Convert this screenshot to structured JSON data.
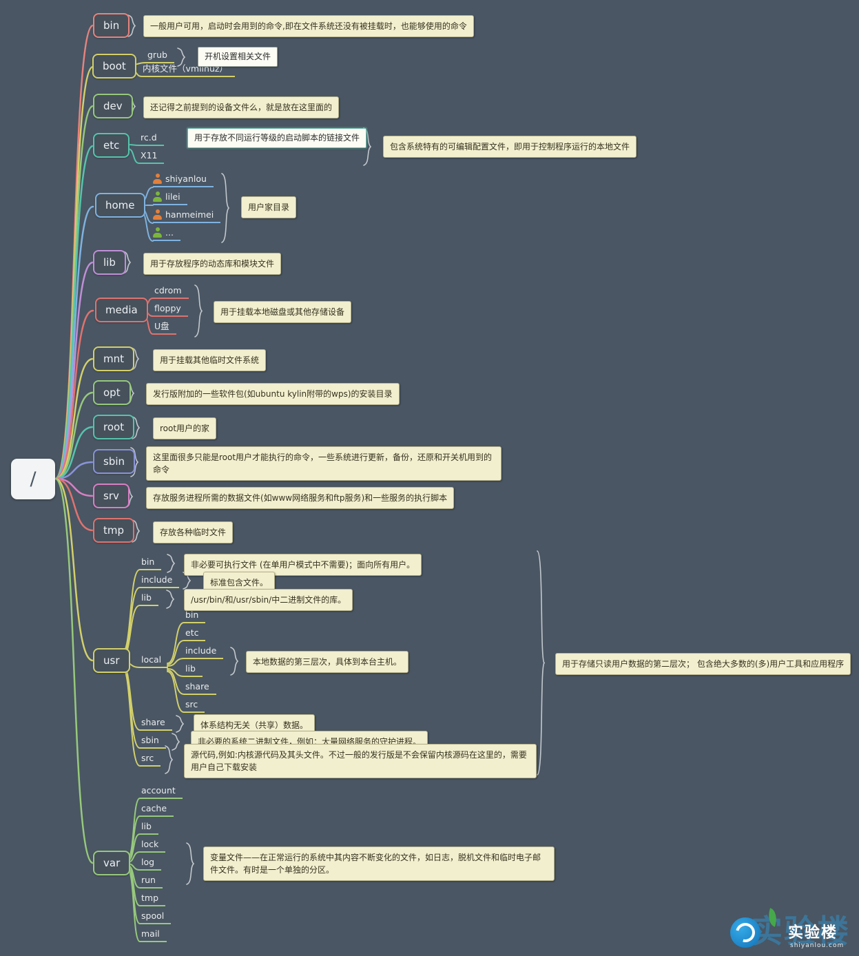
{
  "root": {
    "label": "/"
  },
  "palette": {
    "background": "#4a5663",
    "note_bg": "#f2efcf",
    "note_white_bg": "#fcfcf4",
    "bin": "#e8837e",
    "boot": "#d3d06a",
    "dev": "#97c97c",
    "etc": "#56c4ad",
    "home": "#7fb2e0",
    "lib": "#c08fd8",
    "media": "#e0736f",
    "mnt": "#d3d06a",
    "opt": "#97c97c",
    "root": "#56c4ad",
    "sbin": "#8a93d8",
    "srv": "#da7fc4",
    "tmp": "#e0736f",
    "usr": "#d3d06a",
    "var": "#97c97c",
    "logo_blue": "#2196d3",
    "leaf_green": "#46a84b"
  },
  "nodes": {
    "bin": {
      "label": "bin",
      "note": "一般用户可用，启动时会用到的命令,即在文件系统还没有被挂载时，也能够使用的命令"
    },
    "boot": {
      "label": "boot",
      "children": [
        {
          "label": "grub",
          "note": "开机设置相关文件"
        },
        {
          "label": "内核文件（vmlinuz）"
        }
      ]
    },
    "dev": {
      "label": "dev",
      "note": "还记得之前提到的设备文件么，就是放在这里面的"
    },
    "etc": {
      "label": "etc",
      "note": "包含系统特有的可编辑配置文件，即用于控制程序运行的本地文件",
      "children": [
        {
          "label": "rc.d",
          "note": "用于存放不同运行等级的启动脚本的链接文件"
        },
        {
          "label": "X11"
        }
      ]
    },
    "home": {
      "label": "home",
      "note": "用户家目录",
      "children": [
        {
          "label": "shiyanlou"
        },
        {
          "label": "lilei"
        },
        {
          "label": "hanmeimei"
        },
        {
          "label": "..."
        }
      ]
    },
    "lib": {
      "label": "lib",
      "note": "用于存放程序的动态库和模块文件"
    },
    "media": {
      "label": "media",
      "note": "用于挂载本地磁盘或其他存储设备",
      "children": [
        {
          "label": "cdrom"
        },
        {
          "label": "floppy"
        },
        {
          "label": "U盘"
        }
      ]
    },
    "mnt": {
      "label": "mnt",
      "note": "用于挂载其他临时文件系统"
    },
    "opt": {
      "label": "opt",
      "note": "发行版附加的一些软件包(如ubuntu kylin附带的wps)的安装目录"
    },
    "root": {
      "label": "root",
      "note": "root用户的家"
    },
    "sbin": {
      "label": "sbin",
      "note": "这里面很多只能是root用户才能执行的命令，一些系统进行更新，备份，还原和开关机用到的命令"
    },
    "srv": {
      "label": "srv",
      "note": "存放服务进程所需的数据文件(如www网络服务和ftp服务)和一些服务的执行脚本"
    },
    "tmp": {
      "label": "tmp",
      "note": "存放各种临时文件"
    },
    "usr": {
      "label": "usr",
      "note": "用于存储只读用户数据的第二层次； 包含绝大多数的(多)用户工具和应用程序",
      "children": [
        {
          "label": "bin",
          "note": "非必要可执行文件 (在单用户模式中不需要)；面向所有用户。"
        },
        {
          "label": "include",
          "note": "标准包含文件。"
        },
        {
          "label": "lib",
          "note": "/usr/bin/和/usr/sbin/中二进制文件的库。"
        },
        {
          "label": "local",
          "note": "本地数据的第三层次，具体到本台主机。",
          "children": [
            {
              "label": "bin"
            },
            {
              "label": "etc"
            },
            {
              "label": "include"
            },
            {
              "label": "lib"
            },
            {
              "label": "share"
            },
            {
              "label": "src"
            }
          ]
        },
        {
          "label": "share",
          "note": "体系结构无关（共享）数据。"
        },
        {
          "label": "sbin",
          "note": "非必要的系统二进制文件，例如：大量网络服务的守护进程。"
        },
        {
          "label": "src",
          "note": "源代码,例如:内核源代码及其头文件。不过一般的发行版是不会保留内核源码在这里的，需要用户自己下载安装"
        }
      ]
    },
    "var": {
      "label": "var",
      "note": "变量文件——在正常运行的系统中其内容不断变化的文件，如日志，脱机文件和临时电子邮件文件。有时是一个单独的分区。",
      "children": [
        {
          "label": "account"
        },
        {
          "label": "cache"
        },
        {
          "label": "lib"
        },
        {
          "label": "lock"
        },
        {
          "label": "log"
        },
        {
          "label": "run"
        },
        {
          "label": "tmp"
        },
        {
          "label": "spool"
        },
        {
          "label": "mail"
        }
      ]
    }
  },
  "branding": {
    "name": "实验楼",
    "domain": "shiyanlou.com"
  }
}
